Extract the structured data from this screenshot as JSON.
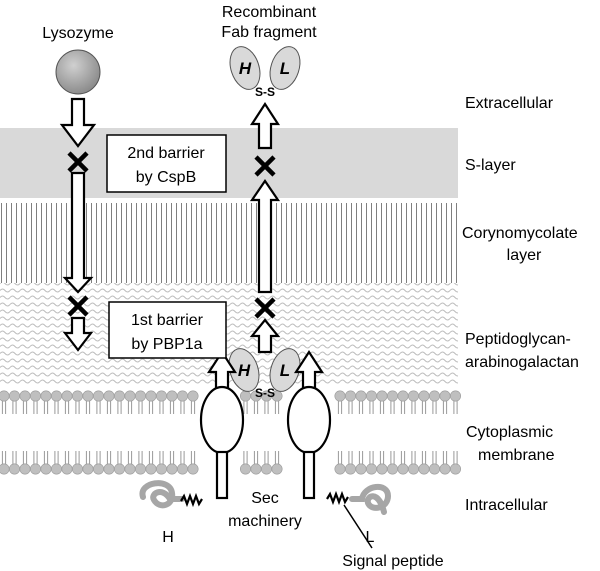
{
  "top_labels": {
    "lysozyme": "Lysozyme",
    "fab_line1": "Recombinant",
    "fab_line2": "Fab fragment"
  },
  "barriers": {
    "second_line1": "2nd barrier",
    "second_line2": "by CspB",
    "first_line1": "1st barrier",
    "first_line2": "by PBP1a"
  },
  "layers": {
    "extracellular": "Extracellular",
    "s_layer": "S-layer",
    "coryno_line1": "Corynomycolate",
    "coryno_line2": "layer",
    "pg_line1": "Peptidoglycan-",
    "pg_line2": "arabinogalactan",
    "cyto_line1": "Cytoplasmic",
    "cyto_line2": "membrane",
    "intracellular": "Intracellular"
  },
  "fab": {
    "heavy": "H",
    "light": "L",
    "disulfide": "S-S"
  },
  "bottom_labels": {
    "sec_line1": "Sec",
    "sec_line2": "machinery",
    "h": "H",
    "l": "L",
    "signal_peptide": "Signal peptide"
  },
  "colors": {
    "s_layer_band": "#d9d9d9",
    "lysozyme_ball": "#a6a6a6",
    "fab_domain": "#d9d9d9",
    "membrane_head": "#bfbfbf",
    "stroke": "#000000"
  }
}
